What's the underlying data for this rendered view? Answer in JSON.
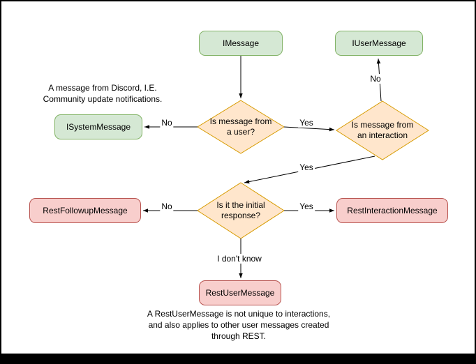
{
  "diagram": {
    "colors": {
      "green_fill": "#d5e8d4",
      "green_stroke": "#82b366",
      "orange_fill": "#ffe6cc",
      "orange_stroke": "#d79b00",
      "red_fill": "#f8cecc",
      "red_stroke": "#b85450",
      "edge_color": "#000000",
      "text_color": "#000000",
      "background": "#ffffff"
    },
    "nodes": {
      "imessage": "IMessage",
      "iusermessage": "IUserMessage",
      "isystemmessage": "ISystemMessage",
      "q_is_from_user": "Is message from\na user?",
      "q_is_from_interaction": "Is message from\nan interaction",
      "q_is_initial_response": "Is it the initial\nresponse?",
      "restfollowupmessage": "RestFollowupMessage",
      "restinteractionmessage": "RestInteractionMessage",
      "restusermessage": "RestUserMessage"
    },
    "edge_labels": {
      "user_no": "No",
      "user_yes": "Yes",
      "interaction_no": "No",
      "interaction_yes": "Yes",
      "initial_no": "No",
      "initial_yes": "Yes",
      "initial_idk": "I don't know"
    },
    "annotations": {
      "system_note": "A message from Discord, I.E.\nCommunity update notifications.",
      "restuser_note": "A RestUserMessage is not unique to interactions,\nand also applies to other user messages created\nthrough REST."
    }
  }
}
